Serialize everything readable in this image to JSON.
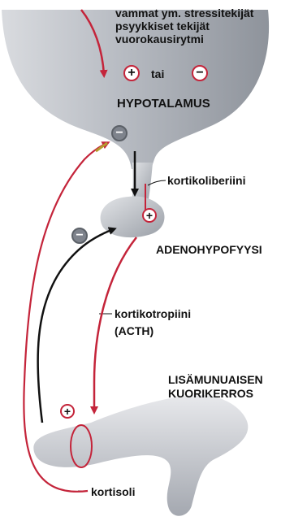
{
  "labels": {
    "stress_1": "vammat ym. stressitekijät",
    "stress_2": "psyykkiset tekijät",
    "stress_3": "vuorokausirytmi",
    "or": "tai",
    "hypothalamus": "HYPOTALAMUS",
    "crh": "kortikoliberiini",
    "adenohypophysis": "ADENOHYPOFYYSI",
    "acth_1": "kortikotropiini",
    "acth_2": "(ACTH)",
    "adrenal_1": "LISÄMUNUAISEN",
    "adrenal_2": "KUORIKERROS",
    "cortisol": "kortisoli"
  },
  "signs": {
    "stimulus_plus": "+",
    "stimulus_minus": "−",
    "hypothalamus_minus": "−",
    "pituitary_plus": "+",
    "pituitary_minus": "−",
    "adrenal_plus": "+"
  },
  "colors": {
    "red_arrow": "#c4243a",
    "black_arrow": "#111111",
    "organ_gray": "#b8bcc3"
  }
}
